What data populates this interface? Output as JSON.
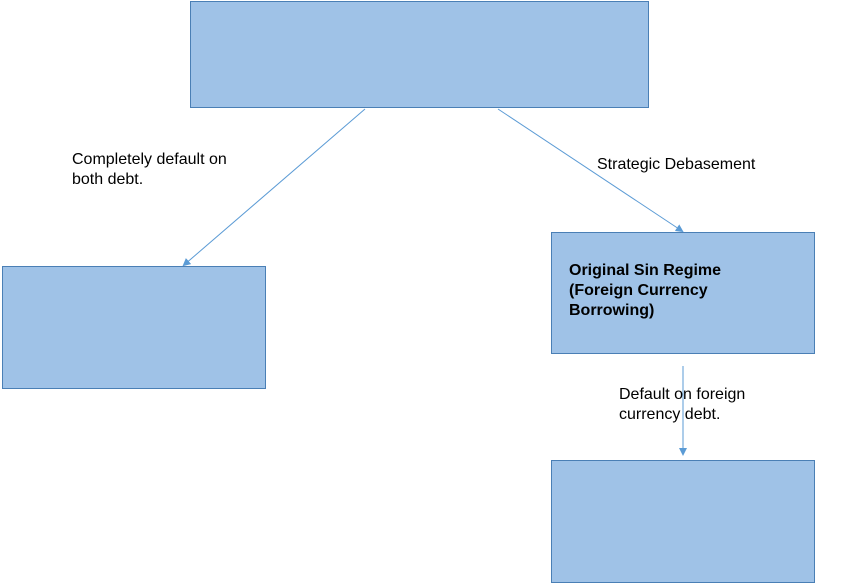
{
  "diagram": {
    "nodes": {
      "top": {
        "label": ""
      },
      "left": {
        "label": ""
      },
      "right": {
        "label": "Original Sin Regime\n(Foreign Currency\nBorrowing)"
      },
      "bottom": {
        "label": ""
      }
    },
    "edges": {
      "left": {
        "label": "Completely default on\nboth debt."
      },
      "right": {
        "label": "Strategic Debasement"
      },
      "bottom": {
        "label": "Default on foreign\ncurrency debt."
      }
    },
    "colors": {
      "node_fill": "#9fc2e7",
      "node_border": "#4a7fb5",
      "arrow": "#5b9bd5"
    }
  }
}
